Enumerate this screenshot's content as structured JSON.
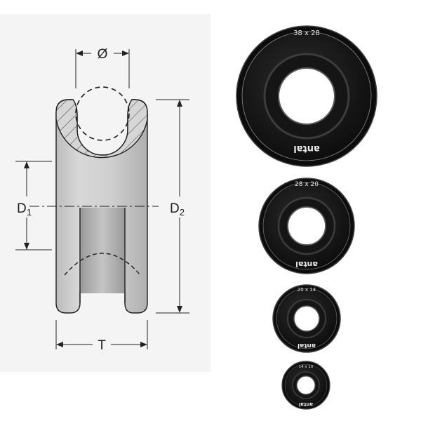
{
  "diagram": {
    "labels": {
      "diameter": "Ø",
      "d1_main": "D",
      "d1_sub": "1",
      "d2_main": "D",
      "d2_sub": "2",
      "thickness": "T"
    }
  },
  "rings": [
    {
      "size_label": "38 x 28",
      "brand": "antal"
    },
    {
      "size_label": "28 x 20",
      "brand": "antal"
    },
    {
      "size_label": "20 x 14",
      "brand": "antal"
    },
    {
      "size_label": "14 x 10",
      "brand": "antal"
    }
  ],
  "colors": {
    "panel_bg": "#f4f4f4",
    "ring_body": "#1a1a1a",
    "ring_edge": "#3a3a3a",
    "section_fill": "#d4d4d4",
    "outline": "#1e1e1e"
  }
}
